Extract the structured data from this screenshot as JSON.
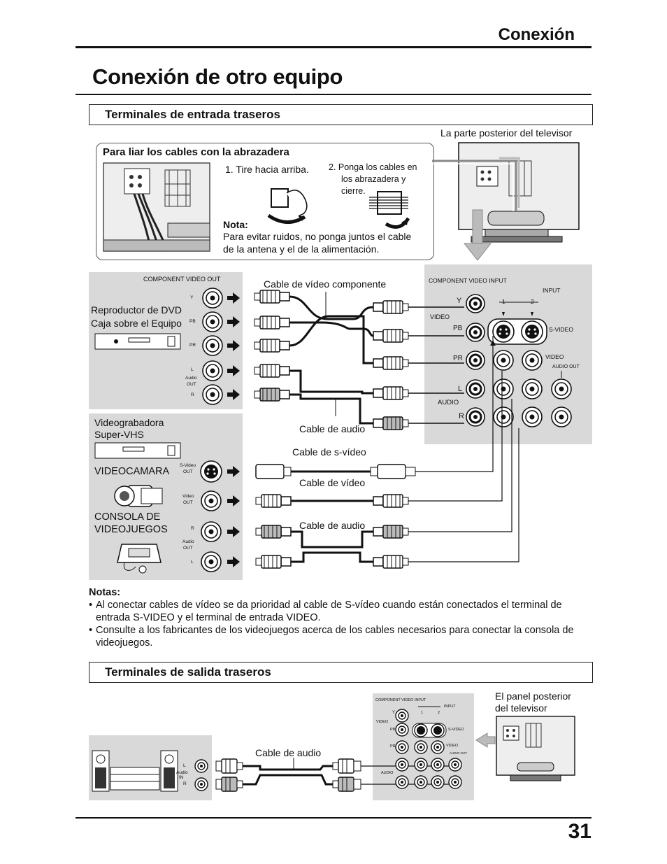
{
  "header": {
    "section": "Conexión",
    "page_title": "Conexión de otro equipo",
    "page_number": "31"
  },
  "rear_inputs": {
    "title": "Terminales de entrada traseros",
    "tv_rear_label": "La parte posterior del televisor",
    "clamp_box": {
      "title": "Para liar los cables con la abrazadera",
      "step1": "1. Tire hacia arriba.",
      "step2_l1": "2. Ponga los cables en",
      "step2_l2": "los abrazadera y",
      "step2_l3": "cierre.",
      "note_title": "Nota:",
      "note_l1": "Para evitar ruidos, no ponga juntos el cable",
      "note_l2": "de la antena y el de la alimentación."
    },
    "dvd_panel": {
      "component_video_out": "COMPONENT VIDEO OUT",
      "device_l1": "Reproductor de DVD",
      "device_l2": "Caja sobre el Equipo",
      "jack_y": "Y",
      "jack_pb": "PB",
      "jack_pr": "PR",
      "jack_l": "L",
      "audio_out_l1": "Audio",
      "audio_out_l2": "OUT",
      "jack_r": "R"
    },
    "other_panel": {
      "vcr_l1": "Videograbadora",
      "vcr_l2": "Super-VHS",
      "camcorder": "VIDEOCAMARA",
      "console_l1": "CONSOLA DE",
      "console_l2": "VIDEOJUEGOS",
      "svideo_out_l1": "S-Video",
      "svideo_out_l2": "OUT",
      "video_out_l1": "Video",
      "video_out_l2": "OUT",
      "jack_r": "R",
      "audio_out_l1": "Audio",
      "audio_out_l2": "OUT",
      "jack_l": "L"
    },
    "cables": {
      "component": "Cable de vídeo componente",
      "audio1": "Cable de audio",
      "svideo": "Cable de s-vídeo",
      "video": "Cable de vídeo",
      "audio2": "Cable de audio"
    },
    "tv_panel": {
      "component_video_input": "COMPONENT VIDEO INPUT",
      "input": "INPUT",
      "in1": "1",
      "in2": "2",
      "y": "Y",
      "video": "VIDEO",
      "pb": "PB",
      "svideo": "S-VIDEO",
      "pr": "PR",
      "video2": "VIDEO",
      "audio_out": "AUDIO OUT",
      "l": "L",
      "audio": "AUDIO",
      "r": "R"
    },
    "notes_title": "Notas:",
    "notes": [
      "Al conectar cables de vídeo se da prioridad al cable de S-vídeo cuando están conectados el terminal de entrada S-VIDEO y el terminal de entrada VIDEO.",
      "Consulte a los fabricantes de los videojuegos acerca de los cables necesarios para conectar la consola de videojuegos."
    ]
  },
  "rear_outputs": {
    "title": "Terminales de salida traseros",
    "tv_rear_l1": "El panel posterior",
    "tv_rear_l2": "del televisor",
    "cable": "Cable de audio",
    "audio_in_l1": "Audio",
    "audio_in_l2": "IN",
    "l": "L",
    "r": "R",
    "mini_panel": {
      "component_video_input": "COMPONENT VIDEO INPUT",
      "input": "INPUT",
      "y": "Y",
      "in1": "1",
      "in2": "2",
      "video": "VIDEO",
      "pb": "PB",
      "svideo": "S-VIDEO",
      "pr": "PR",
      "video2": "VIDEO",
      "audio_out": "AUDIO OUT",
      "audio": "AUDIO"
    }
  }
}
